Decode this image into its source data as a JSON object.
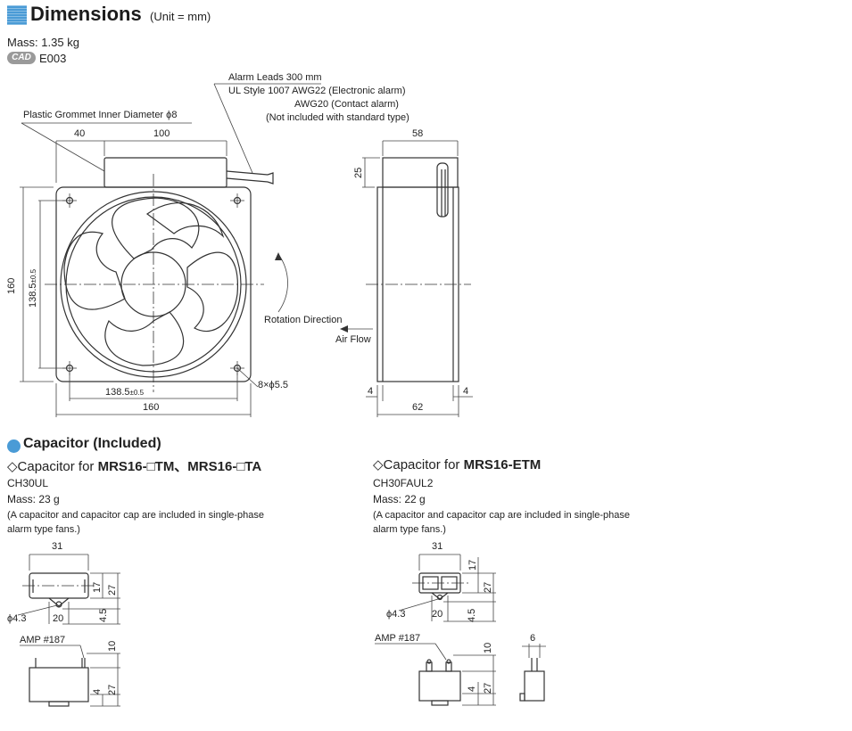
{
  "header": {
    "title": "Dimensions",
    "unit": "(Unit = mm)",
    "mass": "Mass: 1.35 kg",
    "cad_badge": "CAD",
    "cad_code": "E003"
  },
  "fan_drawing": {
    "grommet_label": "Plastic Grommet Inner Diameter ϕ8",
    "alarm_leads": [
      "Alarm Leads 300 mm",
      "UL Style 1007 AWG22 (Electronic alarm)",
      "AWG20 (Contact alarm)",
      "(Not included with standard type)"
    ],
    "dim_40": "40",
    "dim_100": "100",
    "dim_160_v": "160",
    "dim_138_v": "138.5",
    "tol": "±0.5",
    "dim_138_h": "138.5",
    "dim_160_h": "160",
    "holes": "8×ϕ5.5",
    "rotation": "Rotation Direction",
    "air_flow": "Air Flow"
  },
  "side_drawing": {
    "dim_58": "58",
    "dim_25": "25",
    "dim_4_left": "4",
    "dim_4_right": "4",
    "dim_62": "62"
  },
  "capacitor_section": {
    "title": "Capacitor (Included)",
    "left": {
      "heading_prefix": "◇Capacitor for ",
      "heading_models": "MRS16-□TM、MRS16-□TA",
      "model": "CH30UL",
      "mass": "Mass: 23 g",
      "note_1": "(A capacitor and capacitor cap are included in single-phase",
      "note_2": "alarm type fans.)",
      "dim_31": "31",
      "dim_17": "17",
      "dim_27": "27",
      "dim_phi": "ϕ4.3",
      "dim_20": "20",
      "dim_4_5": "4.5",
      "amp": "AMP #187",
      "dim_10": "10",
      "dim_4": "4",
      "dim_27b": "27"
    },
    "right": {
      "heading_prefix": "◇Capacitor for ",
      "heading_models": "MRS16-ETM",
      "model": "CH30FAUL2",
      "mass": "Mass: 22 g",
      "note_1": "(A capacitor and capacitor cap are included in single-phase",
      "note_2": "alarm type fans.)",
      "dim_31": "31",
      "dim_17": "17",
      "dim_27": "27",
      "dim_phi": "ϕ4.3",
      "dim_20": "20",
      "dim_4_5": "4.5",
      "amp": "AMP #187",
      "dim_10": "10",
      "dim_4": "4",
      "dim_27b": "27",
      "dim_6": "6"
    }
  }
}
